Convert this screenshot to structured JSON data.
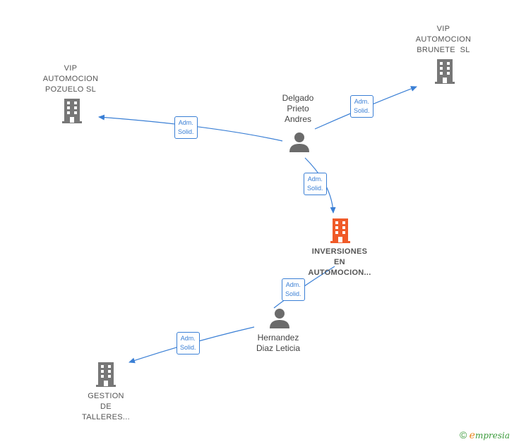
{
  "nodes": {
    "vip_pozuelo": {
      "line1": "VIP",
      "line2": "AUTOMOCION",
      "line3": "POZUELO SL"
    },
    "vip_brunete": {
      "line1": "VIP",
      "line2": "AUTOMOCION",
      "line3": "BRUNETE  SL"
    },
    "delgado": {
      "line1": "Delgado",
      "line2": "Prieto",
      "line3": "Andres"
    },
    "inversiones": {
      "line1": "INVERSIONES",
      "line2": "EN",
      "line3": "AUTOMOCION..."
    },
    "hernandez": {
      "line1": "Hernandez",
      "line2": "Diaz Leticia"
    },
    "gestion": {
      "line1": "GESTION",
      "line2": "DE",
      "line3": "TALLERES..."
    }
  },
  "edges": [
    {
      "line1": "Adm.",
      "line2": "Solid."
    },
    {
      "line1": "Adm.",
      "line2": "Solid."
    },
    {
      "line1": "Adm.",
      "line2": "Solid."
    },
    {
      "line1": "Adm.",
      "line2": "Solid."
    },
    {
      "line1": "Adm.",
      "line2": "Solid."
    }
  ],
  "colors": {
    "edge": "#3a7fd5",
    "building": "#777777",
    "highlight": "#f05a28",
    "person": "#6b6b6b"
  },
  "brand": {
    "symbol": "©",
    "e": "e",
    "rest": "mpresia"
  }
}
